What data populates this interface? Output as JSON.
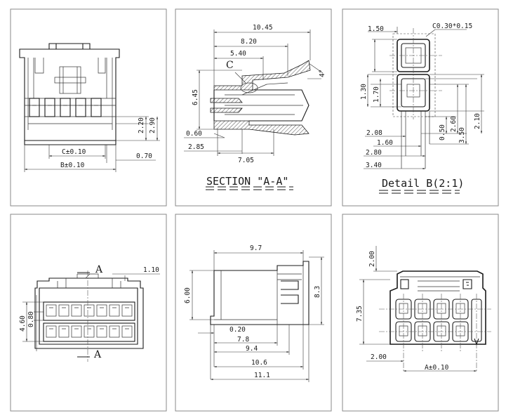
{
  "panels": {
    "front": {
      "dims": [
        "2.20",
        "2.90",
        "C±0.10",
        "0.70",
        "B±0.10"
      ]
    },
    "section": {
      "dims": [
        "10.45",
        "8.20",
        "5.40",
        "C",
        "4°",
        "6.45",
        "0.60",
        "2.85",
        "7.05"
      ],
      "caption": "SECTION \"A-A\""
    },
    "detail": {
      "dims": [
        "1.50",
        "C0.30*0.15",
        "1.30",
        "1.70",
        "2.08",
        "1.60",
        "0.50",
        "2.60",
        "3.50",
        "2.10",
        "2.80",
        "3.40"
      ],
      "caption": "Detail B(2:1)"
    },
    "rear": {
      "dims": [
        "A",
        "1.10",
        "4.60",
        "0.80",
        "A"
      ]
    },
    "side": {
      "dims": [
        "9.7",
        "6.00",
        "8.3",
        "0.20",
        "7.8",
        "9.4",
        "10.6",
        "11.1"
      ]
    },
    "mating": {
      "dims": [
        "2.00",
        "7.35",
        "2.00",
        "A±0.10"
      ]
    }
  }
}
